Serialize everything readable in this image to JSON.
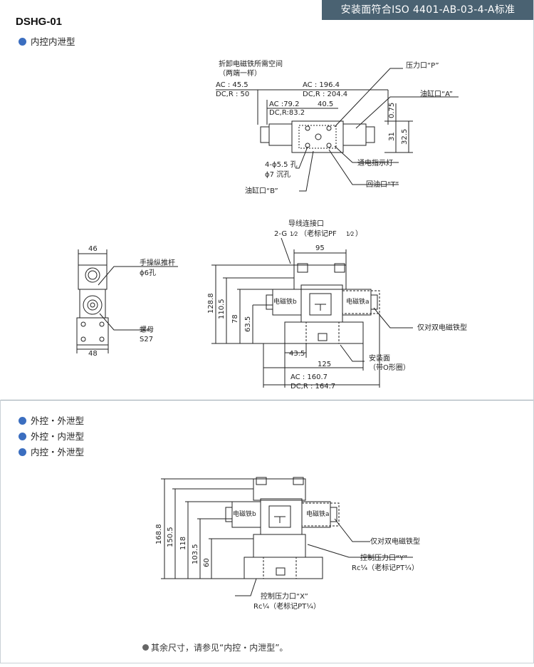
{
  "header": {
    "standard": "安装面符合ISO 4401-AB-03-4-A标准"
  },
  "model": "DSHG-01",
  "sections": {
    "internal": "内控内泄型",
    "variants": [
      "外控・外泄型",
      "外控・内泄型",
      "内控・外泄型"
    ]
  },
  "top_view": {
    "removal_space": "折卸电磁铁所需空间",
    "removal_note": "（两端一样）",
    "ac_left": "AC    : 45.5",
    "dcr_left": "DC,R : 50",
    "ac_right": "AC    : 196.4",
    "dcr_right": "DC,R : 204.4",
    "ac_inner": "AC   :79.2",
    "dcr_inner": "DC,R:83.2",
    "dim_40_5": "40.5",
    "port_p": "压力口“P”",
    "port_a": "油缸口“A”",
    "dim_0_75": "0.75",
    "dim_31": "31",
    "dim_32_5": "32.5",
    "indicator": "通电指示灯",
    "holes": "4-ϕ5.5 孔",
    "counterbore": "ϕ7 沉孔",
    "port_b": "油缸口“B”",
    "port_t": "回油口“T”"
  },
  "side_view": {
    "dim_46": "46",
    "dim_48": "48",
    "manual_pin": "手操纵推杆",
    "manual_hole": "ϕ6孔",
    "nut": "螺母",
    "nut_size": "S27"
  },
  "front_view": {
    "wire_port": "导线连接口",
    "wire_thread_a": "2-G",
    "wire_thread_b": "（老标记PF",
    "wire_thread_c": "）",
    "dim_95": "95",
    "dim_128_8": "128.8",
    "dim_110_5": "110.5",
    "dim_78": "78",
    "dim_63_5": "63.5",
    "sol_b": "电磁铁b",
    "sol_a": "电磁铁a",
    "double_only": "仅对双电磁铁型",
    "dim_43_5": "43.5",
    "mount_face": "安装面",
    "o_ring": "（带O形圈）",
    "dim_125": "125",
    "ac_total": "AC    : 160.7",
    "dcr_total": "DC,R : 164.7"
  },
  "lower_view": {
    "dim_168_8": "168.8",
    "dim_150_5": "150.5",
    "dim_118": "118",
    "dim_103_5": "103.5",
    "dim_60": "60",
    "sol_b": "电磁铁b",
    "sol_a": "电磁铁a",
    "double_only": "仅对双电磁铁型",
    "pilot_y": "控制压力口“Y”",
    "pilot_y_thread": "Rc¼（老标记PT¼）",
    "pilot_x": "控制压力口“X”",
    "pilot_x_thread": "Rc¼（老标记PT¼）"
  },
  "footer_note": "其余尺寸，请参见“内控・内泄型”。"
}
